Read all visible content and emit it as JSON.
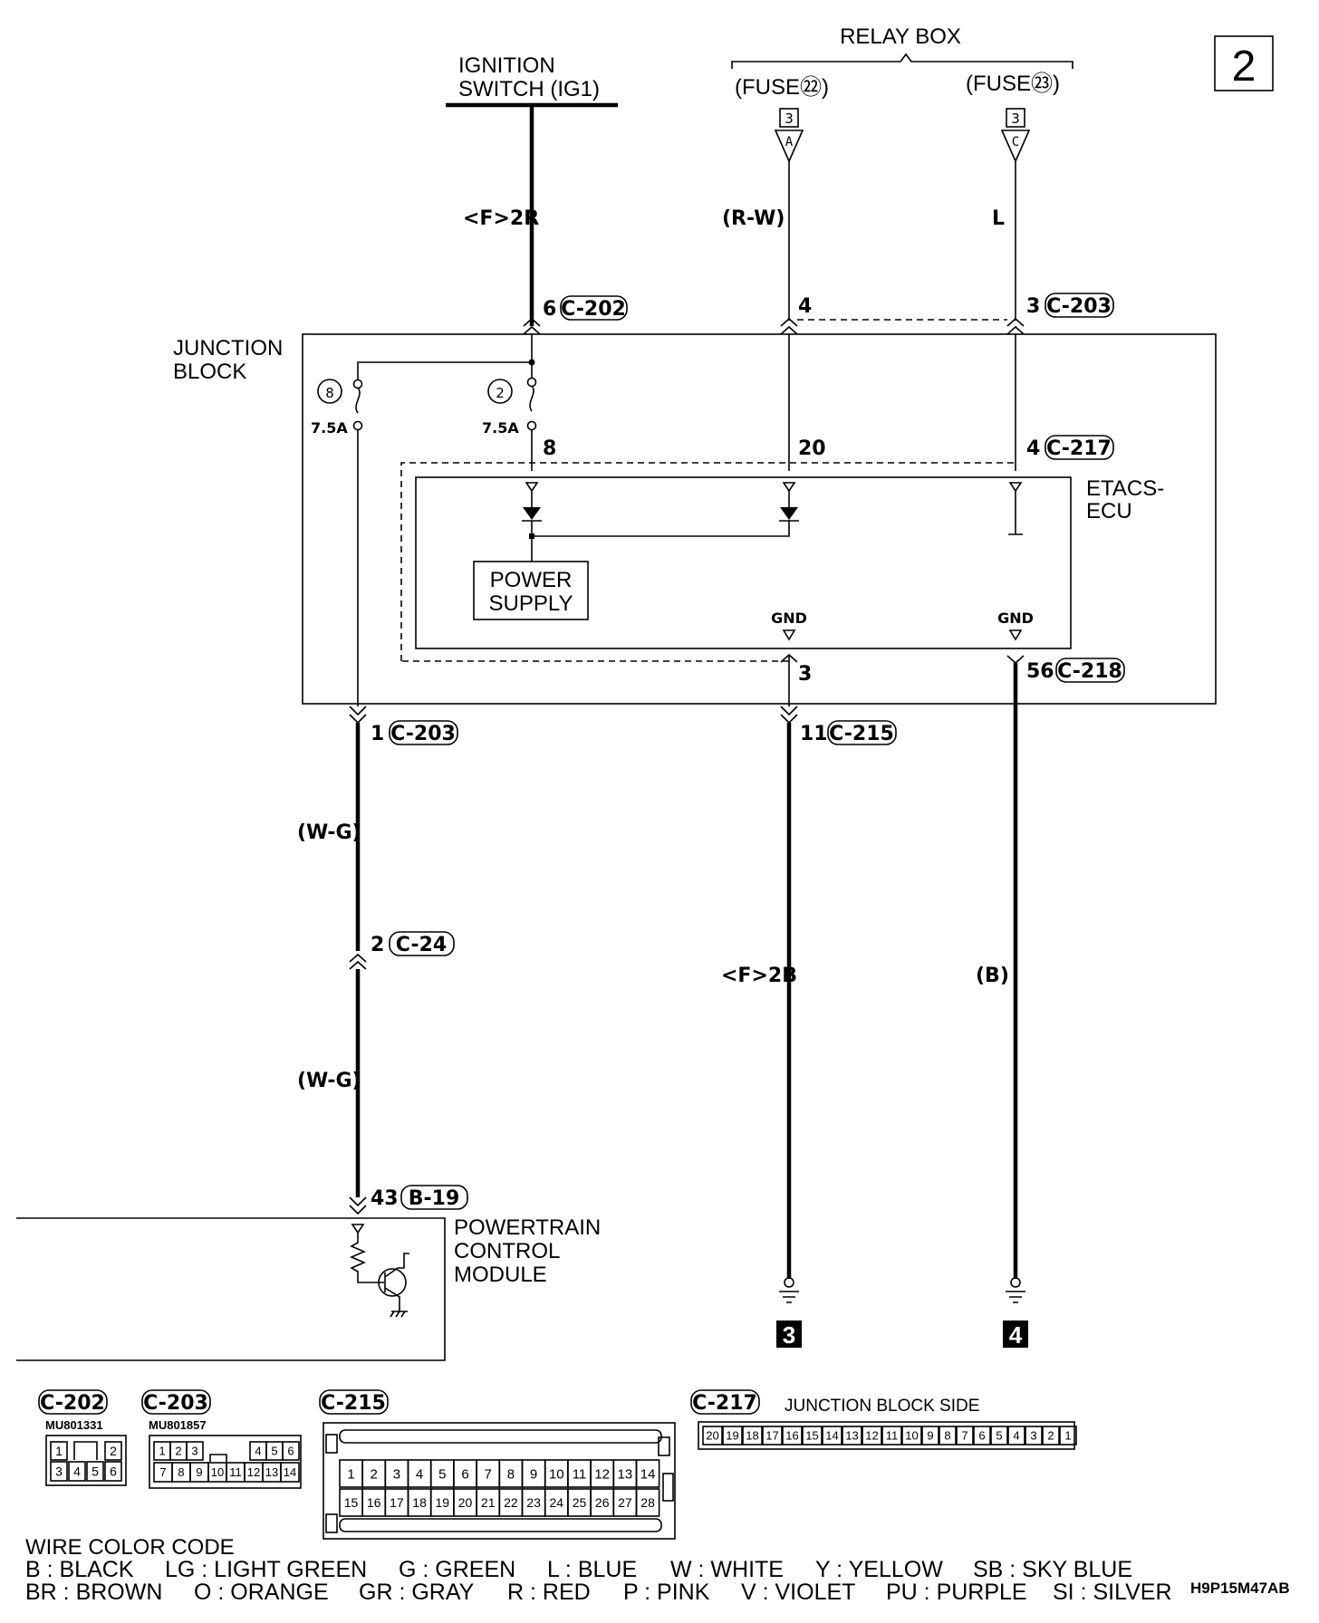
{
  "page_number": "2",
  "drawing_code": "H9P15M47AB",
  "sources": {
    "ignition_switch": "IGNITION SWITCH (IG1)",
    "relay_box": "RELAY BOX",
    "fuse22": "(FUSE㉒)",
    "fuse23": "(FUSE㉓)",
    "conn_a_num": "3",
    "conn_a_letter": "A",
    "conn_c_num": "3",
    "conn_c_letter": "C"
  },
  "wires": {
    "ig1": "<F>2R",
    "fuse22": "(R-W)",
    "fuse23": "L",
    "wg1": "(W-G)",
    "wg2": "(W-G)",
    "f2b": "<F>2B",
    "b": "(B)"
  },
  "pins": {
    "c202_6": "6",
    "c202": "C-202",
    "p4": "4",
    "c203_3": "3",
    "c203": "C-203",
    "p8": "8",
    "p20": "20",
    "c217_4": "4",
    "c217": "C-217",
    "p3": "3",
    "c218_56": "56",
    "c218": "C-218",
    "c203_1": "1",
    "c203b": "C-203",
    "c215_11": "11",
    "c215": "C-215",
    "c24_2": "2",
    "c24": "C-24",
    "b19_43": "43",
    "b19": "B-19"
  },
  "junction_block": {
    "title": "JUNCTION BLOCK",
    "fuse8_no": "8",
    "fuse8_rating": "7.5A",
    "fuse2_no": "2",
    "fuse2_rating": "7.5A",
    "ecu": "ETACS-ECU",
    "power_supply": "POWER SUPPLY",
    "gnd1": "GND",
    "gnd2": "GND"
  },
  "pcm": "POWERTRAIN CONTROL MODULE",
  "grounds": {
    "g3": "3",
    "g4": "4"
  },
  "connectors": {
    "c202": {
      "label": "C-202",
      "part": "MU801331",
      "top": [
        "1",
        "2"
      ],
      "bottom": [
        "3",
        "4",
        "5",
        "6"
      ]
    },
    "c203": {
      "label": "C-203",
      "part": "MU801857",
      "top": [
        "1",
        "2",
        "3",
        "4",
        "5",
        "6"
      ],
      "bottom": [
        "7",
        "8",
        "9",
        "10",
        "11",
        "12",
        "13",
        "14"
      ]
    },
    "c215": {
      "label": "C-215",
      "top": [
        "1",
        "2",
        "3",
        "4",
        "5",
        "6",
        "7",
        "8",
        "9",
        "10",
        "11",
        "12",
        "13",
        "14"
      ],
      "bottom": [
        "15",
        "16",
        "17",
        "18",
        "19",
        "20",
        "21",
        "22",
        "23",
        "24",
        "25",
        "26",
        "27",
        "28"
      ]
    },
    "c217": {
      "label": "C-217",
      "side": "JUNCTION BLOCK SIDE",
      "pins": [
        "20",
        "19",
        "18",
        "17",
        "16",
        "15",
        "14",
        "13",
        "12",
        "11",
        "10",
        "9",
        "8",
        "7",
        "6",
        "5",
        "4",
        "3",
        "2",
        "1"
      ]
    }
  },
  "wire_color_code": {
    "title": "WIRE COLOR CODE",
    "row1": [
      "B : BLACK",
      "LG : LIGHT GREEN",
      "G : GREEN",
      "L : BLUE",
      "W : WHITE",
      "Y : YELLOW",
      "SB : SKY BLUE"
    ],
    "row2": [
      "BR : BROWN",
      "O : ORANGE",
      "GR : GRAY",
      "R : RED",
      "P : PINK",
      "V : VIOLET",
      "PU : PURPLE",
      "SI : SILVER"
    ]
  }
}
